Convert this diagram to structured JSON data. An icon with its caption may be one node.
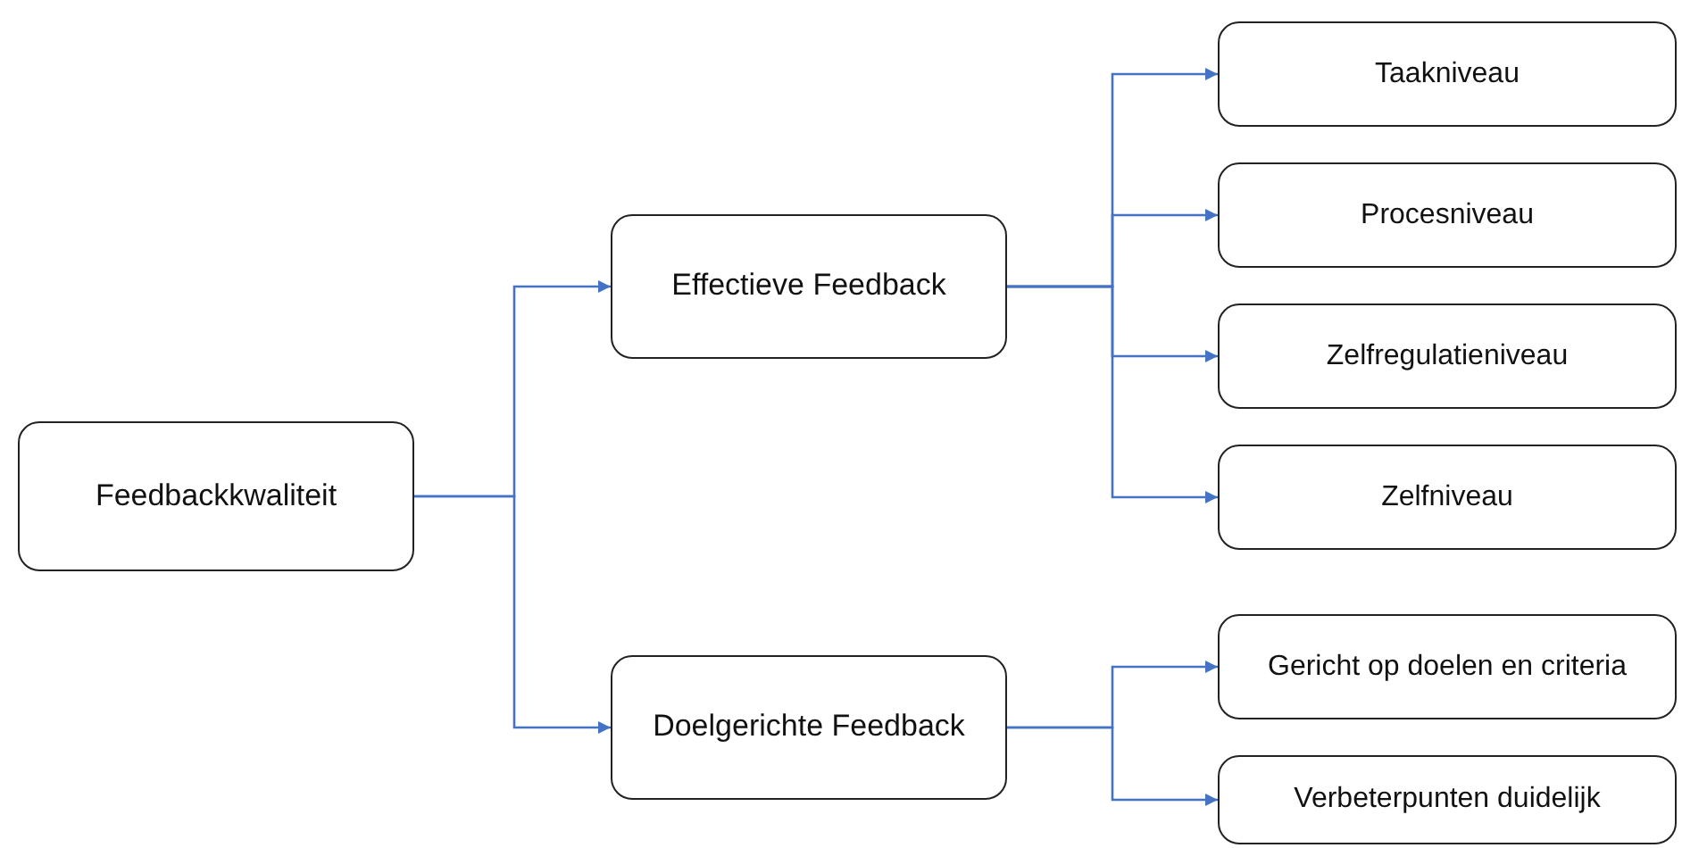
{
  "diagram": {
    "nodes": [
      {
        "text": [
          "Feedbackkwaliteit"
        ]
      },
      {
        "text": [
          "Effectieve Feedback"
        ]
      },
      {
        "text": [
          "Doelgerichte Feedback"
        ]
      },
      {
        "text": [
          "Taakniveau"
        ]
      },
      {
        "text": [
          "Procesniveau"
        ]
      },
      {
        "text": [
          "Zelfregulatieniveau"
        ]
      },
      {
        "text": [
          "Zelfniveau"
        ]
      },
      {
        "text": [
          "Gericht op doelen en criteria"
        ]
      },
      {
        "text": [
          "Verbeterpunten duidelijk"
        ]
      }
    ],
    "edges": [
      {
        "from": 0,
        "to": 1,
        "arrow": "to"
      },
      {
        "from": 0,
        "to": 2,
        "arrow": "to"
      },
      {
        "from": 1,
        "to": 3,
        "arrow": "to"
      },
      {
        "from": 1,
        "to": 4,
        "arrow": "to"
      },
      {
        "from": 1,
        "to": 5,
        "arrow": "to"
      },
      {
        "from": 1,
        "to": 6,
        "arrow": "to"
      },
      {
        "from": 2,
        "to": 7,
        "arrow": "to"
      },
      {
        "from": 2,
        "to": 8,
        "arrow": "to"
      }
    ]
  }
}
